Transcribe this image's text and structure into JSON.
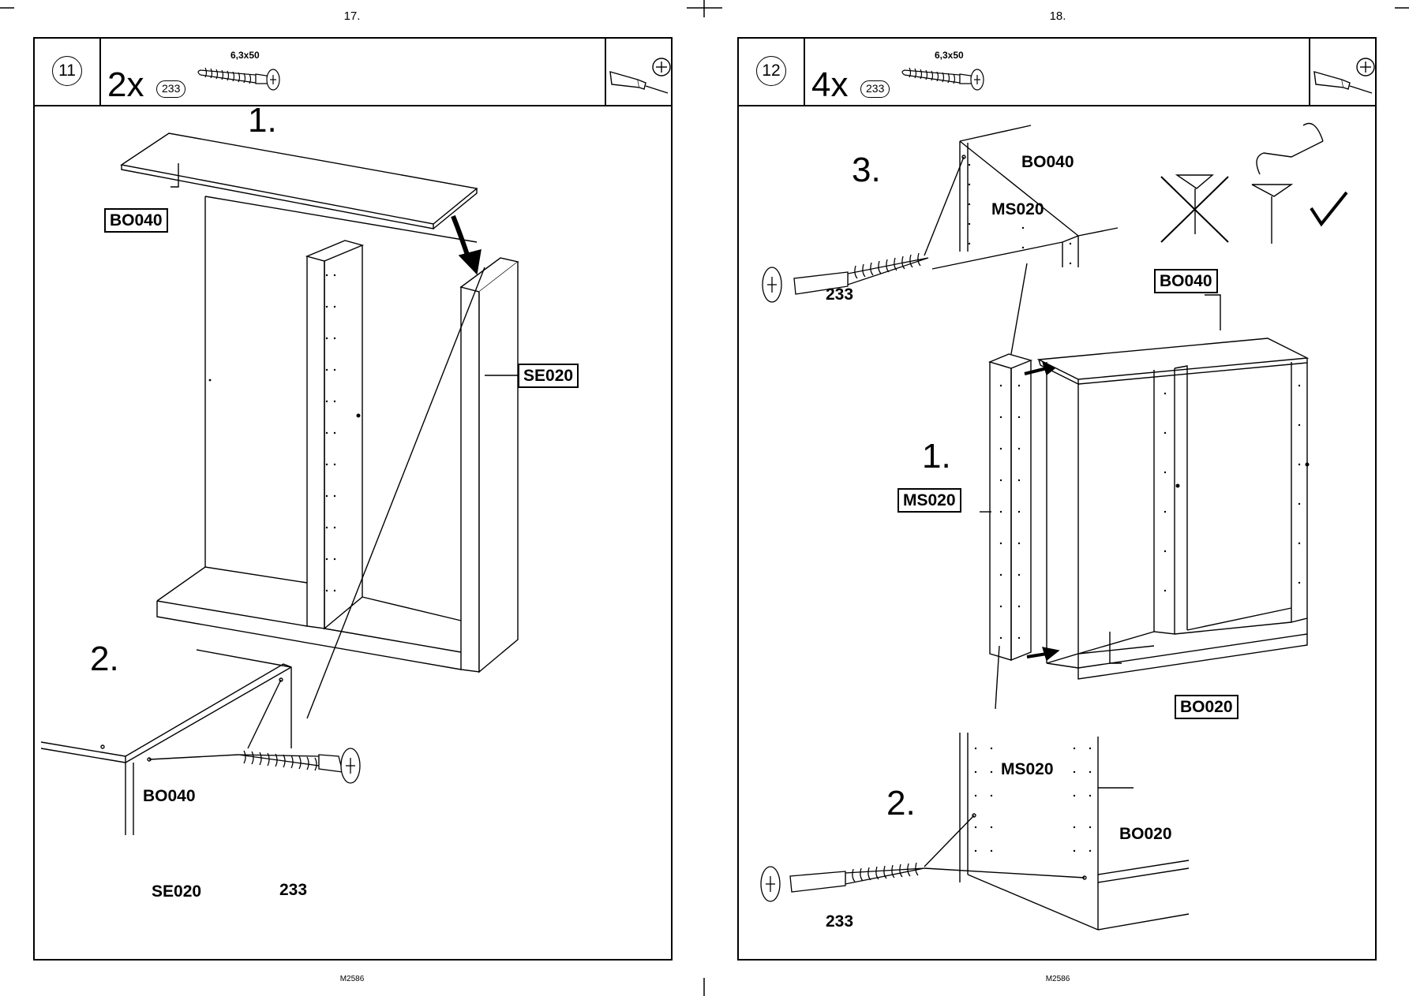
{
  "pages": [
    {
      "page_number": "17.",
      "footer": "M2586",
      "step": "11",
      "quantity": "2x",
      "part_badge": "233",
      "screw_spec": "6,3x50",
      "substeps": [
        "1.",
        "2."
      ],
      "labels": {
        "top_board": "BO040",
        "side_panel": "SE020",
        "detail_top": "BO040",
        "detail_side": "SE020",
        "screw": "233"
      }
    },
    {
      "page_number": "18.",
      "footer": "M2586",
      "step": "12",
      "quantity": "4x",
      "part_badge": "233",
      "screw_spec": "6,3x50",
      "substeps": [
        "3.",
        "1.",
        "2."
      ],
      "labels": {
        "top_detail": "BO040",
        "ms_top_detail": "MS020",
        "screw_top": "233",
        "top_board": "BO040",
        "divider": "MS020",
        "bottom_board": "BO020",
        "ms_bottom_detail": "MS020",
        "bottom_detail": "BO020",
        "screw_bottom": "233"
      }
    }
  ]
}
